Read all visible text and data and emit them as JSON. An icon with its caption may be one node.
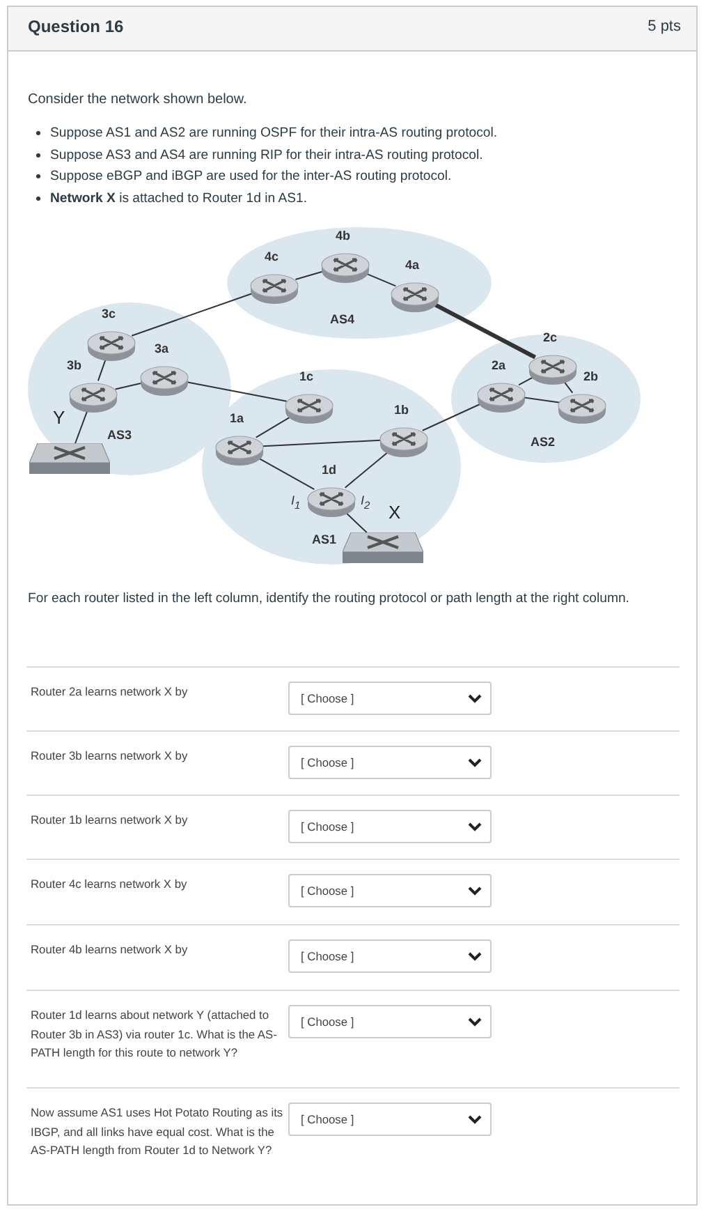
{
  "diagram": {
    "title": "Question 16",
    "nodes": [
      {
        "text": [
          "AS4"
        ]
      },
      {
        "text": [
          "4c"
        ],
        "in": 0
      },
      {
        "text": [
          "4b"
        ],
        "in": 0
      },
      {
        "text": [
          "4a"
        ],
        "in": 0
      },
      {
        "text": [
          "AS3"
        ]
      },
      {
        "text": [
          "3c"
        ],
        "in": 4
      },
      {
        "text": [
          "3b"
        ],
        "in": 4
      },
      {
        "text": [
          "3a"
        ],
        "in": 4
      },
      {
        "text": [
          "AS2"
        ]
      },
      {
        "text": [
          "2c"
        ],
        "in": 8
      },
      {
        "text": [
          "2a"
        ],
        "in": 8
      },
      {
        "text": [
          "2b"
        ],
        "in": 8
      },
      {
        "text": [
          "AS1"
        ]
      },
      {
        "text": [
          "1c"
        ],
        "in": 12
      },
      {
        "text": [
          "1a"
        ],
        "in": 12
      },
      {
        "text": [
          "1b"
        ],
        "in": 12
      },
      {
        "text": [
          "1d"
        ],
        "in": 12,
        "beside": [
          "I$_{1}$",
          "I$_{2}$"
        ]
      },
      {
        "text": [
          "Y"
        ],
        "in": 4
      },
      {
        "text": [
          "X"
        ],
        "in": 12
      }
    ],
    "edges": [
      {
        "from": 1,
        "to": 2,
        "arrow": "none"
      },
      {
        "from": 2,
        "to": 3,
        "arrow": "none"
      },
      {
        "from": 3,
        "to": 9,
        "arrow": "none",
        "style": "thick"
      },
      {
        "from": 5,
        "to": 1,
        "arrow": "none"
      },
      {
        "from": 5,
        "to": 6,
        "arrow": "none"
      },
      {
        "from": 6,
        "to": 7,
        "arrow": "none"
      },
      {
        "from": 7,
        "to": 13,
        "arrow": "none"
      },
      {
        "from": 6,
        "to": 17,
        "arrow": "none"
      },
      {
        "from": 13,
        "to": 14,
        "arrow": "none"
      },
      {
        "from": 14,
        "to": 15,
        "arrow": "none"
      },
      {
        "from": 14,
        "to": 16,
        "arrow": "none"
      },
      {
        "from": 16,
        "to": 15,
        "arrow": "none"
      },
      {
        "from": 15,
        "to": 10,
        "arrow": "none"
      },
      {
        "from": 10,
        "to": 9,
        "arrow": "none"
      },
      {
        "from": 9,
        "to": 11,
        "arrow": "none"
      },
      {
        "from": 10,
        "to": 11,
        "arrow": "none"
      },
      {
        "from": 16,
        "to": 18,
        "arrow": "none"
      }
    ],
    "labels": [
      "5 pts",
      "Consider the network shown below.",
      "Suppose AS1 and AS2 are running OSPF for their intra-AS routing protocol.",
      "Suppose AS3 and AS4 are running RIP for their intra-AS routing protocol.",
      "Suppose eBGP and iBGP are used for the inter-AS routing protocol.",
      "**Network X** is attached to Router 1d in AS1.",
      "For each router listed in the left column, identify the routing protocol or path length at the right column.",
      "Router 2a learns network X by",
      "[ Choose ]",
      "Router 3b learns network X by",
      "[ Choose ]",
      "Router 1b learns network X by",
      "[ Choose ]",
      "Router 4c learns network X by",
      "[ Choose ]",
      "Router 4b learns network X by",
      "[ Choose ]",
      "Router 1d learns about network Y (attached to Router 3b in AS3) via router 1c.  What is the AS-PATH length for this route to network Y?",
      "[ Choose ]",
      "Now assume AS1 uses Hot Potato Routing as its IBGP, and all links have equal cost. What is the AS-PATH length from Router 1d to Network Y?",
      "[ Choose ]"
    ]
  }
}
